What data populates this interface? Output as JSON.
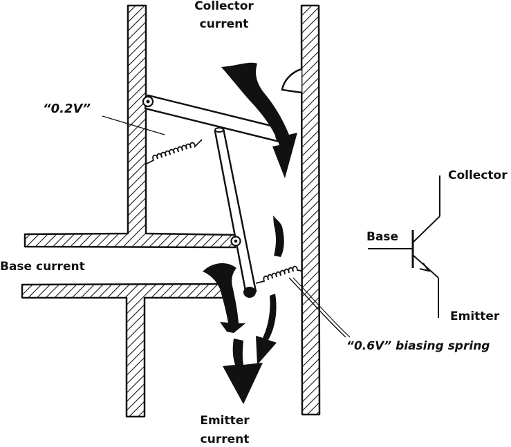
{
  "labels": {
    "collector_current_line1": "Collector",
    "collector_current_line2": "current",
    "emitter_current_line1": "Emitter",
    "emitter_current_line2": "current",
    "base_current": "Base current",
    "spring_small": "“0.2V”",
    "spring_bias": "“0.6V” biasing spring"
  },
  "symbol": {
    "collector": "Collector",
    "base": "Base",
    "emitter": "Emitter"
  },
  "colors": {
    "ink": "#111111",
    "background": "#ffffff"
  }
}
